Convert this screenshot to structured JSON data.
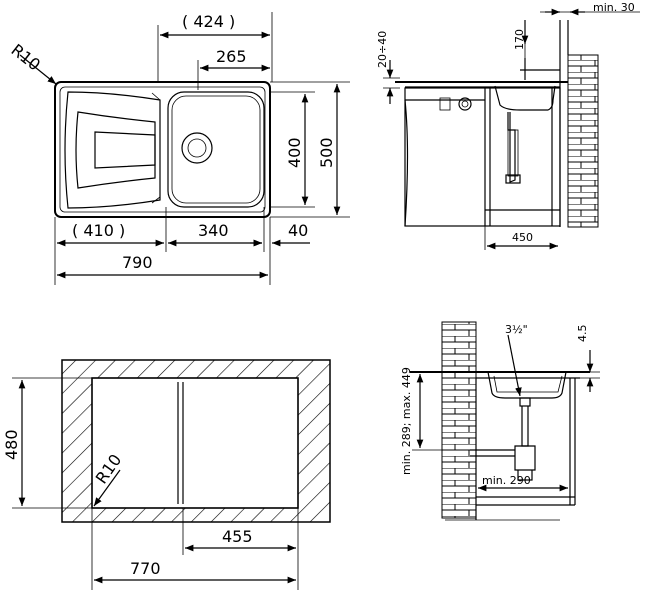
{
  "plan_view": {
    "radius": "R10",
    "dim_top_outer": "( 424 )",
    "dim_top_inner": "265",
    "dim_right_inner": "400",
    "dim_right_outer": "500",
    "dim_bottom_left": "( 410 )",
    "dim_bottom_mid": "340",
    "dim_bottom_right": "40",
    "dim_total_width": "790"
  },
  "side_view": {
    "dim_min_30": "min. 30",
    "dim_range": "20÷40",
    "dim_170": "170",
    "dim_450": "450"
  },
  "cutout_view": {
    "dim_height": "480",
    "radius": "R10",
    "dim_455": "455",
    "dim_770": "770"
  },
  "front_view": {
    "dim_drain": "3½\"",
    "dim_4_5": "4.5",
    "dim_height_range": "min. 289; max. 449",
    "dim_min_290": "min. 290"
  }
}
